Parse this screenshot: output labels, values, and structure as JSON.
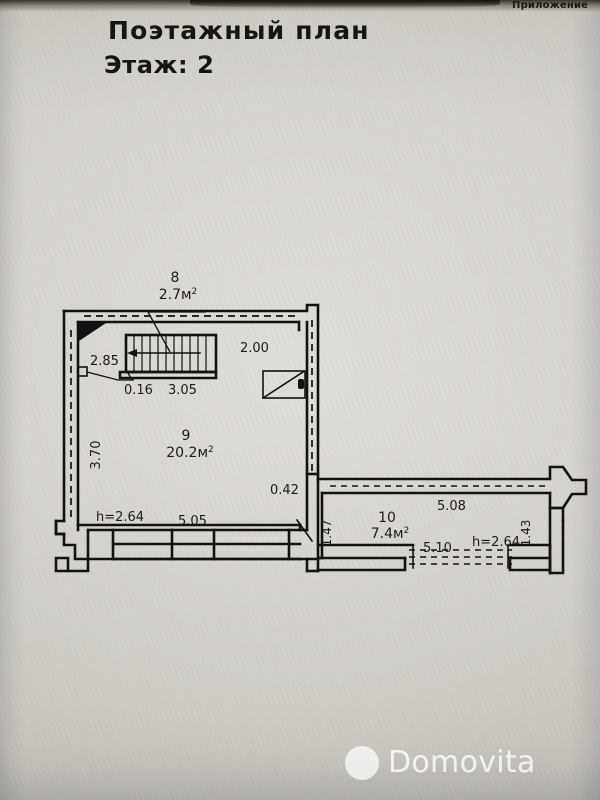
{
  "document": {
    "title": "Поэтажный план",
    "floor_label": "Этаж: 2",
    "annex_label": "Приложение"
  },
  "watermark": {
    "text": "Domovita",
    "logo_icon": "circle-logo-icon"
  },
  "rooms": [
    {
      "number": "8",
      "area": "2.7м",
      "area_sup": "2"
    },
    {
      "number": "9",
      "area": "20.2м",
      "area_sup": "2"
    },
    {
      "number": "10",
      "area": "7.4м",
      "area_sup": "2"
    }
  ],
  "dimensions": {
    "room8_left": "2.85",
    "stair_tread": "0.16",
    "stair_run": "3.05",
    "top_right_span": "2.00",
    "room9_left_height": "3.70",
    "room9_ceiling": "h=2.64",
    "room9_bottom": "5.05",
    "wall_offset": "0.42",
    "room10_left": "1.47",
    "room10_top": "5.08",
    "room10_right": "1.43",
    "room10_bottom": "5.10",
    "room10_ceiling": "h=2.64"
  },
  "colors": {
    "paper": "#cfccc6",
    "ink": "#1d1b18",
    "wall": "#131210",
    "watermark": "rgba(255,255,255,0.80)"
  },
  "plan": {
    "type": "floor-plan",
    "floor": 2,
    "symbols": [
      "staircase",
      "door-swing",
      "window-dashed",
      "balcony-projection",
      "wall-partition-dashed"
    ]
  }
}
